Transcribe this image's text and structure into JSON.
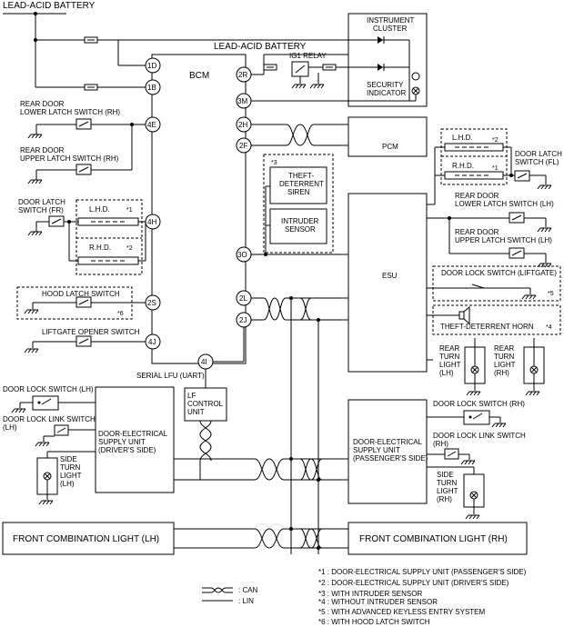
{
  "battery_top": "LEAD-ACID BATTERY",
  "battery_mid": "LEAD-ACID BATTERY",
  "bcm": "BCM",
  "instrument_cluster": "INSTRUMENT CLUSTER",
  "ig1_relay": "IG1 RELAY",
  "security_indicator": "SECURITY INDICATOR",
  "pcm": "PCM",
  "esu": "ESU",
  "pins": {
    "p1D": "1D",
    "p1B": "1B",
    "p4E": "4E",
    "p4H": "4H",
    "p2S": "2S",
    "p4J": "4J",
    "p4I": "4I",
    "p2R": "2R",
    "p3M": "3M",
    "p2H": "2H",
    "p2F": "2F",
    "p3O": "3O",
    "p2L": "2L",
    "p2J": "2J"
  },
  "switches": {
    "rear_lower_rh": "REAR DOOR LOWER LATCH SWITCH (RH)",
    "rear_upper_rh": "REAR DOOR UPPER LATCH SWITCH (RH)",
    "door_latch_fr": "DOOR LATCH SWITCH (FR)",
    "hood_latch": "HOOD LATCH SWITCH",
    "liftgate_opener": "LIFTGATE OPENER SWITCH",
    "door_latch_fl": "DOOR LATCH SWITCH (FL)",
    "rear_lower_lh": "REAR DOOR LOWER LATCH SWITCH (LH)",
    "rear_upper_lh": "REAR DOOR UPPER LATCH SWITCH (LH)",
    "door_lock_liftgate": "DOOR LOCK SWITCH (LIFTGATE)",
    "door_lock_lh": "DOOR LOCK SWITCH (LH)",
    "door_lock_link_lh": "DOOR LOCK LINK SWITCH (LH)",
    "door_lock_rh": "DOOR LOCK SWITCH (RH)",
    "door_lock_link_rh": "DOOR LOCK LINK SWITCH (RH)"
  },
  "lhd": "L.H.D.",
  "rhd": "R.H.D.",
  "markers": {
    "m1": "*1",
    "m2": "*2",
    "m3": "*3",
    "m4": "*4",
    "m5": "*5",
    "m6": "*6"
  },
  "theft_siren": "THEFT- DETERRENT SIREN",
  "intruder_sensor": "INTRUDER SENSOR",
  "theft_horn": "THEFT-DETERRENT HORN",
  "rear_turn_lh": "REAR TURN LIGHT (LH)",
  "rear_turn_rh": "REAR TURN LIGHT (RH)",
  "serial_lfu": "SERIAL LFU (UART)",
  "lf_control": "LF CONTROL UNIT",
  "door_unit_driver": "DOOR-ELECTRICAL SUPPLY UNIT (DRIVER'S SIDE)",
  "door_unit_passenger": "DOOR-ELECTRICAL SUPPLY UNIT (PASSENGER'S SIDE)",
  "side_turn_lh": "SIDE TURN LIGHT (LH)",
  "side_turn_rh": "SIDE TURN LIGHT (RH)",
  "front_comb_lh": "FRONT COMBINATION LIGHT (LH)",
  "front_comb_rh": "FRONT COMBINATION LIGHT (RH)",
  "legend": {
    "can": ": CAN",
    "lin": ": LIN"
  },
  "notes": [
    "*1 : DOOR-ELECTRICAL SUPPLY UNIT (PASSENGER'S SIDE)",
    "*2 : DOOR-ELECTRICAL SUPPLY UNIT (DRIVER'S SIDE)",
    "*3 : WITH INTRUDER SENSOR",
    "*4 : WITHOUT INTRUDER SENSOR",
    "*5 : WITH ADVANCED KEYLESS ENTRY SYSTEM",
    "*6 : WITH HOOD LATCH SWITCH"
  ]
}
